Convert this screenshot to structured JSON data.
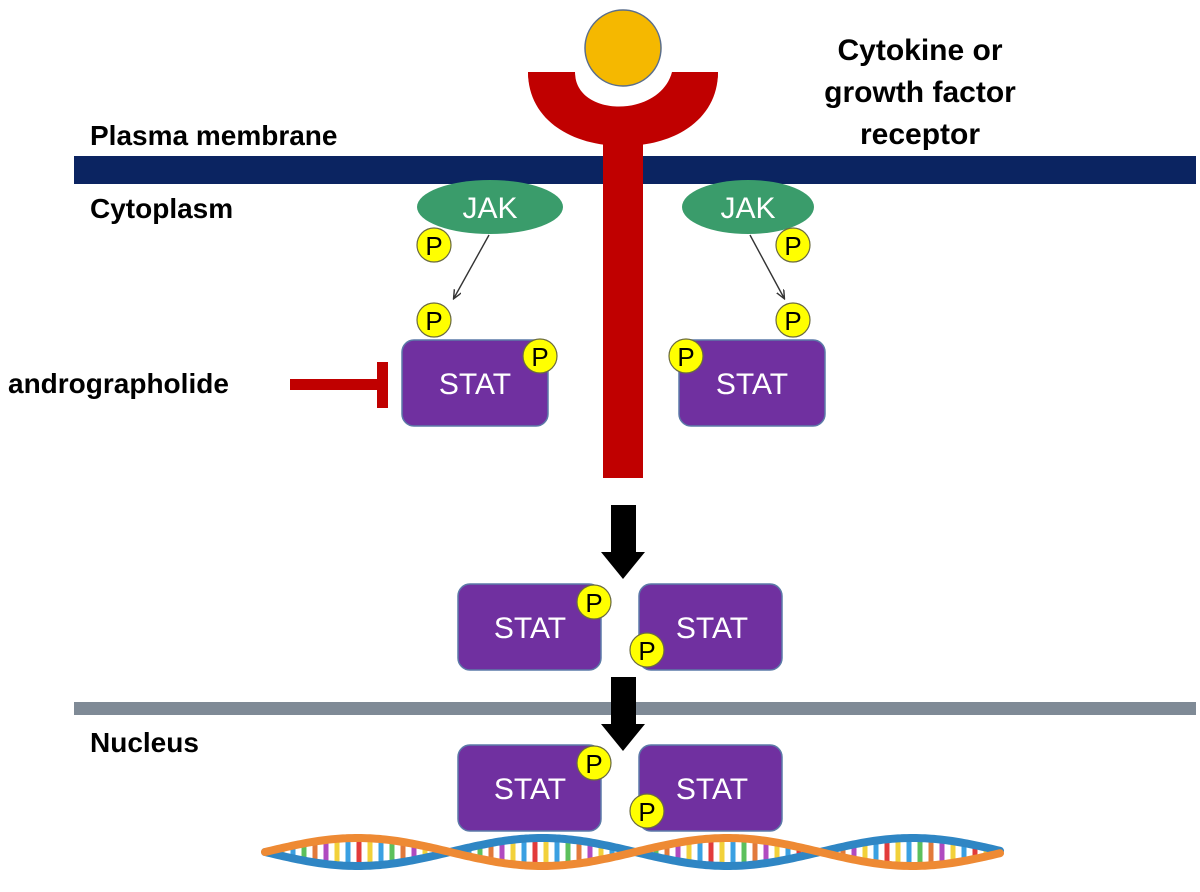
{
  "labels": {
    "receptor": [
      "Cytokine or",
      "growth factor",
      "receptor"
    ],
    "plasma_membrane": "Plasma membrane",
    "cytoplasm": "Cytoplasm",
    "nucleus": "Nucleus",
    "inhibitor": "andrographolide"
  },
  "nodes": {
    "jak": "JAK",
    "stat": "STAT",
    "phosphate": "P"
  },
  "colors": {
    "plasma_membrane": "#0b2461",
    "nuclear_membrane": "#7f8a96",
    "receptor": "#c00000",
    "ligand": "#f5b800",
    "jak": "#3a9c6b",
    "stat": "#7030a0",
    "phosphate": "#ffff00",
    "inhibitor": "#c00000"
  }
}
